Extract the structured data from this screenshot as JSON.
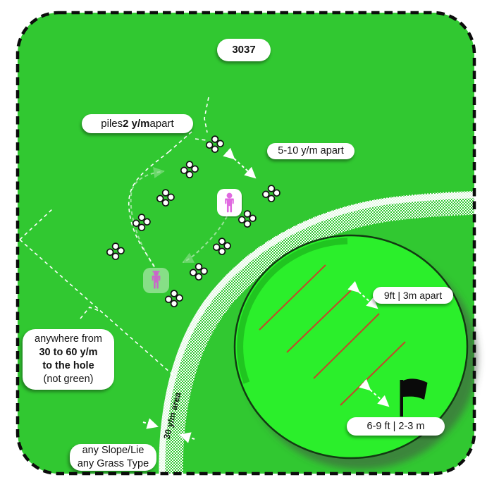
{
  "badge": "3037",
  "labels": {
    "piles": {
      "pre": "piles ",
      "bold": "2 y/m",
      "post": " apart"
    },
    "pile_spacing": "5-10 y/m apart",
    "green_line_spacing": "9ft | 3m apart",
    "flag_distance": "6-9 ft | 2-3 m",
    "zone": {
      "line1": "anywhere from",
      "line2": "30 to 60 y/m",
      "line3": "to the hole",
      "line4": "(not green)"
    },
    "conditions": {
      "line1": "any Slope/Lie",
      "line2": "any Grass Type"
    },
    "band": "30 y/m area"
  },
  "counts": {
    "ball_piles": 10,
    "green_slope_lines": 4,
    "players": 2
  },
  "icons": {
    "flag": "golf-flag-icon",
    "players": "person-icon",
    "piles": "ball-pile-icon"
  },
  "colors": {
    "field_green": "#31c831",
    "putting_green": "#2bef2b",
    "green_outline": "#123a12",
    "slope_line_orange": "#c0492b",
    "person_pink": "#e069e0",
    "person_pink_faded": "#c967c9",
    "band_texture": "#ffffff",
    "border_dash": "#0c0c0c"
  }
}
